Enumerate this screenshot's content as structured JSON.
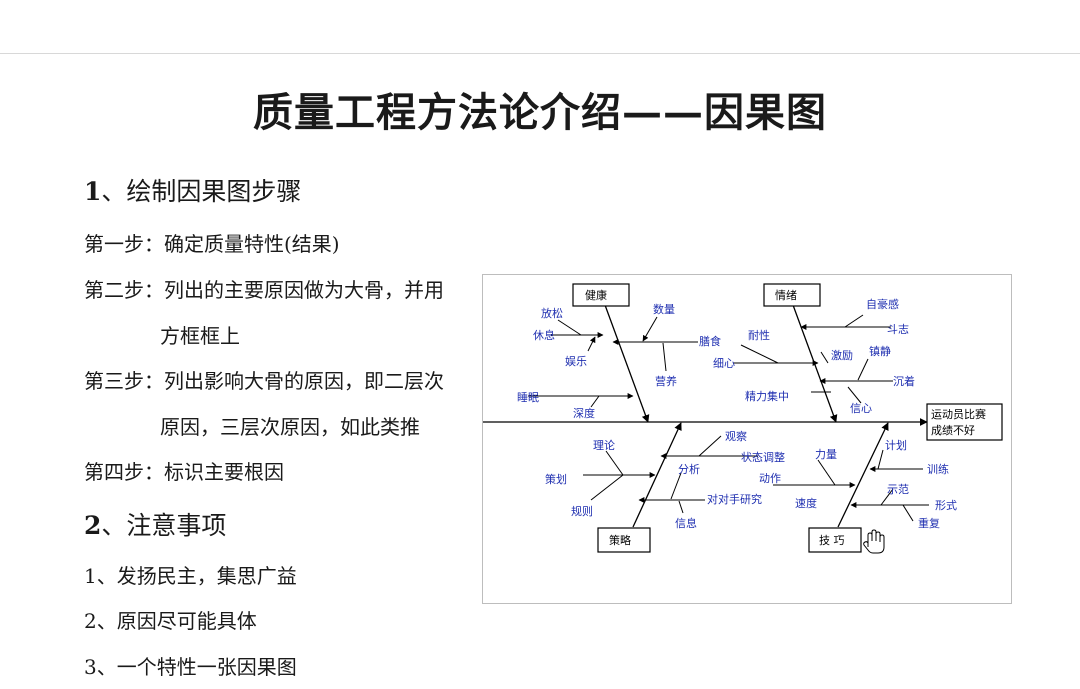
{
  "title": "质量工程方法论介绍——因果图",
  "section1": {
    "num": "1",
    "text": "、绘制因果图步骤"
  },
  "steps": [
    "第一步：确定质量特性(结果)",
    "第二步：列出的主要原因做为大骨，并用",
    "方框框上",
    "第三步：列出影响大骨的原因，即二层次",
    "原因，三层次原因，如此类推",
    "第四步：标识主要根因"
  ],
  "section2": {
    "num": "2",
    "text": "、注意事项"
  },
  "notes": [
    "1、发扬民主，集思广益",
    "2、原因尽可能具体",
    "3、一个特性一张因果图"
  ],
  "diagram": {
    "effect_line1": "运动员比赛",
    "effect_line2": "成绩不好",
    "categories": {
      "health": "健康",
      "emotion": "情绪",
      "strategy": "策略",
      "skill": "技 巧"
    },
    "labels": {
      "fangsong": "放松",
      "xiuxi": "休息",
      "yule": "娱乐",
      "shuimian": "睡眠",
      "shendu": "深度",
      "shuliang": "数量",
      "shanshi": "膳食",
      "yingyang": "营养",
      "naixing": "耐性",
      "xixin": "细心",
      "jinglijizhong": "精力集中",
      "zihaogan": "自豪感",
      "douzhi": "斗志",
      "jili": "激励",
      "zhenjing": "镇静",
      "chenzhuo": "沉着",
      "xinxin": "信心",
      "lilun": "理论",
      "cehua": "策划",
      "guize": "规则",
      "guancha": "观察",
      "zhuangtai": "状态调整",
      "fenxi": "分析",
      "duishou": "对对手研究",
      "xinxi": "信息",
      "liliang": "力量",
      "dongzuo": "动作",
      "sudu": "速度",
      "jihua": "计划",
      "xunlian": "训练",
      "shifan": "示范",
      "xingshi": "形式",
      "chongfu": "重复"
    }
  }
}
